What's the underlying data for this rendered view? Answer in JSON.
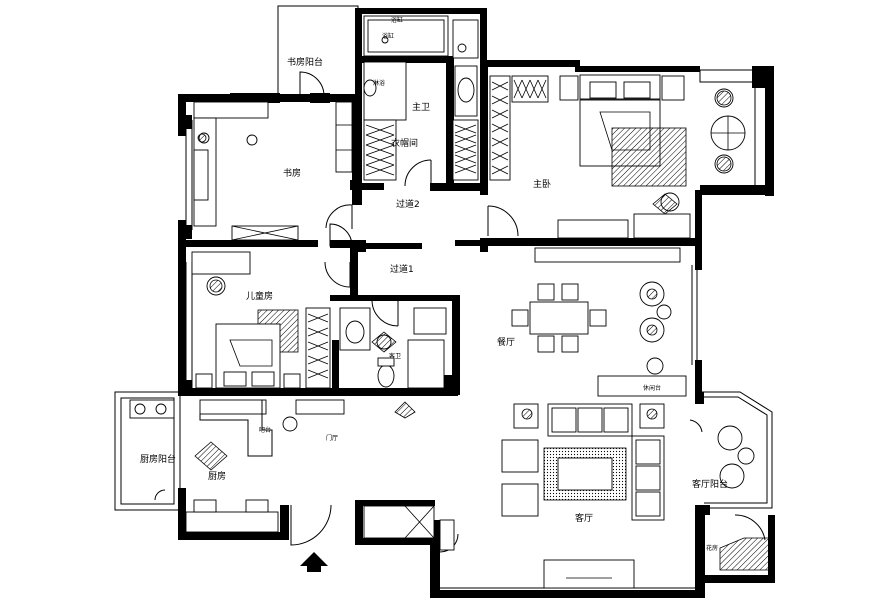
{
  "rooms": {
    "study_balcony": "书房阳台",
    "bath_tub": "浴缸",
    "shower": "淋浴",
    "master_bath": "主卫",
    "wardrobe": "衣帽间",
    "study": "书房",
    "master_bedroom": "主卧",
    "corridor2": "过道2",
    "corridor1": "过道1",
    "kids_room": "儿童房",
    "dining": "餐厅",
    "guest_bath": "客卫",
    "leisure_desk": "休闲台",
    "bar": "吧台",
    "foyer": "门厅",
    "kitchen_balcony": "厨房阳台",
    "kitchen": "厨房",
    "living": "客厅",
    "living_balcony": "客厅阳台",
    "garden": "花房"
  },
  "icons": {
    "entrance": "entrance-arrow-icon",
    "plant": "plant-icon",
    "table": "round-table-icon"
  },
  "colors": {
    "ink": "#000000",
    "paper": "#ffffff"
  }
}
